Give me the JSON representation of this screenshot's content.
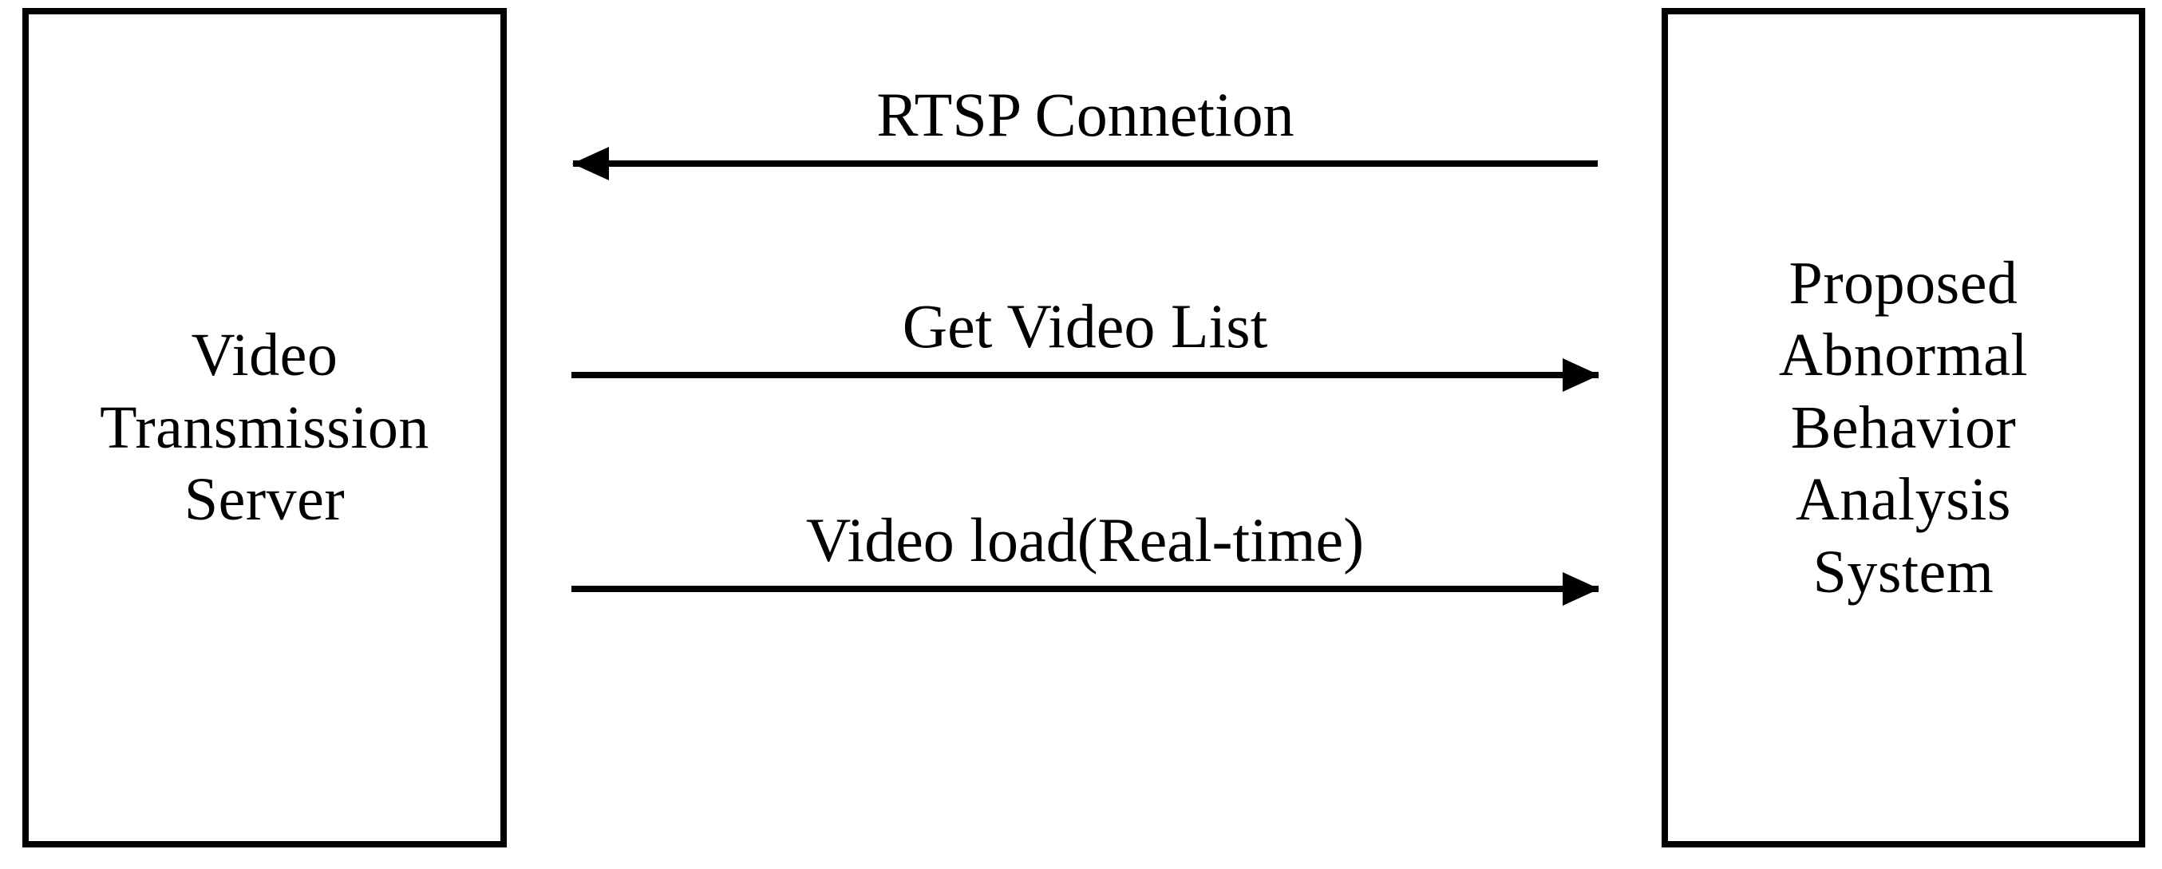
{
  "diagram": {
    "type": "sequence-diagram",
    "background_color": "#ffffff",
    "stroke_color": "#000000",
    "nodes": [
      {
        "id": "video-transmission-server",
        "label": "Video\nTransmission\nServer",
        "side": "left"
      },
      {
        "id": "proposed-abnormal-behavior-analysis-system",
        "label": "Proposed\nAbnormal\nBehavior\nAnalysis\nSystem",
        "side": "right"
      }
    ],
    "messages": [
      {
        "id": "rtsp-connetion",
        "label": "RTSP Connetion",
        "direction": "right-to-left",
        "arrowhead": "left"
      },
      {
        "id": "get-video-list",
        "label": "Get Video List",
        "direction": "left-to-right",
        "arrowhead": "right"
      },
      {
        "id": "video-load-real-time",
        "label": "Video load(Real-time)",
        "direction": "left-to-right",
        "arrowhead": "right"
      }
    ]
  }
}
